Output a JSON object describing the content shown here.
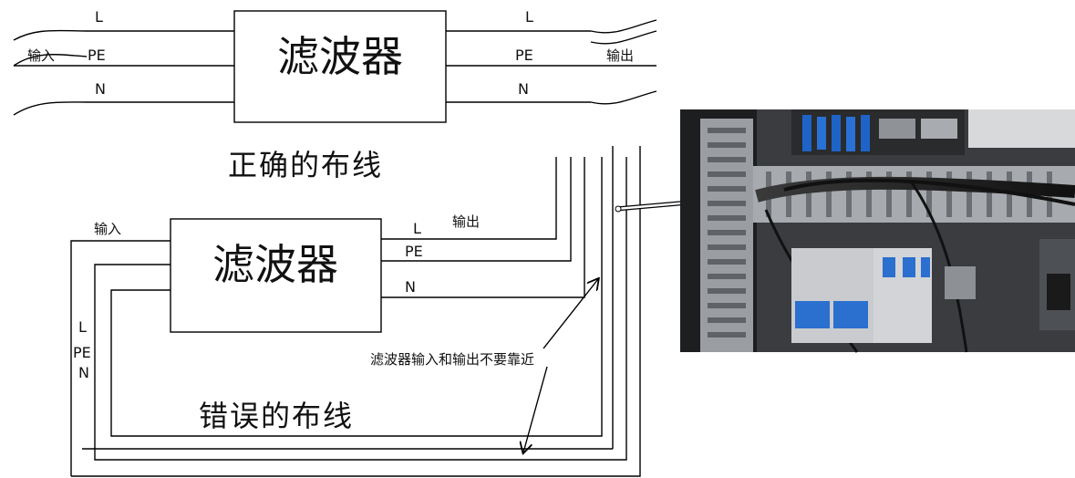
{
  "top": {
    "filter": "滤波器",
    "input": "输入",
    "output": "输出",
    "left_wires": [
      "L",
      "PE",
      "N"
    ],
    "right_wires": [
      "L",
      "PE",
      "N"
    ],
    "caption": "正确的布线"
  },
  "bottom": {
    "filter": "滤波器",
    "input": "输入",
    "output": "输出",
    "right_wires": [
      "L",
      "PE",
      "N"
    ],
    "left_wires": [
      "L",
      "PE",
      "N"
    ],
    "note": "滤波器输入和输出不要靠近",
    "caption": "错误的布线"
  },
  "photo": {
    "description_icon": "cabinet-wiring-photo-icon"
  }
}
